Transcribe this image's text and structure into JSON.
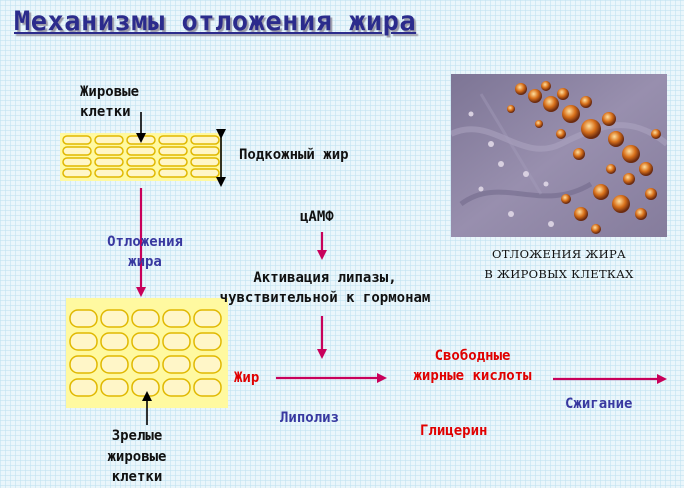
{
  "title": "Механизмы отложения жира",
  "labels": {
    "fat_cells_line1": "Жировые",
    "fat_cells_line2": "клетки",
    "subcutaneous_fat": "Подкожный жир",
    "deposition_line1": "Отложения",
    "deposition_line2": "жира",
    "camp": "цАМФ",
    "activation_line1": "Активация липазы,",
    "activation_line2": "чувствительной к гормонам",
    "fat": "Жир",
    "free_fa_line1": "Свободные",
    "free_fa_line2": "жирные кислоты",
    "lipolysis": "Липолиз",
    "glycerol": "Глицерин",
    "burning": "Сжигание",
    "mature_line1": "Зрелые",
    "mature_line2": "жировые",
    "mature_line3": "клетки",
    "photo_caption_line1": "ОТЛОЖЕНИЯ ЖИРА",
    "photo_caption_line2": "В ЖИРОВЫХ КЛЕТКАХ"
  },
  "colors": {
    "title": "#2b2b8c",
    "arrow": "#c8005a",
    "cell_fill": "#fff6c8",
    "cell_stroke": "#e0b800",
    "tissue_bg": "#fff9a0",
    "accent_red": "#e00000",
    "accent_blue": "#3838a0"
  }
}
